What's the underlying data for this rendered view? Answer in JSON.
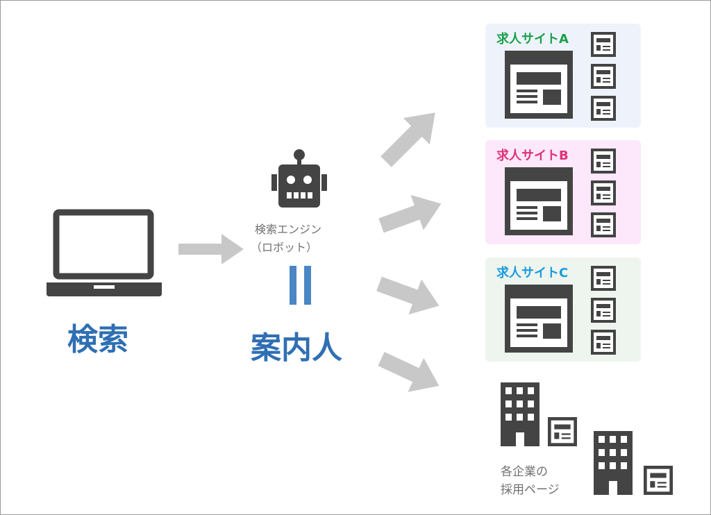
{
  "left": {
    "label": "検索",
    "icon": "laptop-icon"
  },
  "middle": {
    "caption_line1": "検索エンジン",
    "caption_line2": "（ロボット）",
    "label": "案内人",
    "icon": "robot-icon"
  },
  "sites": [
    {
      "label": "求人サイトA",
      "color": "#1aa04a",
      "bg": "#eef3fb"
    },
    {
      "label": "求人サイトB",
      "color": "#e0307a",
      "bg": "#fde8fb"
    },
    {
      "label": "求人サイトC",
      "color": "#1a9be0",
      "bg": "#eef5ee"
    }
  ],
  "companies": {
    "line1": "各企業の",
    "line2": "採用ページ",
    "icon": "building-icon"
  },
  "colors": {
    "accent": "#2f6fb3",
    "arrow": "#c8c8c8",
    "icon": "#444444"
  }
}
